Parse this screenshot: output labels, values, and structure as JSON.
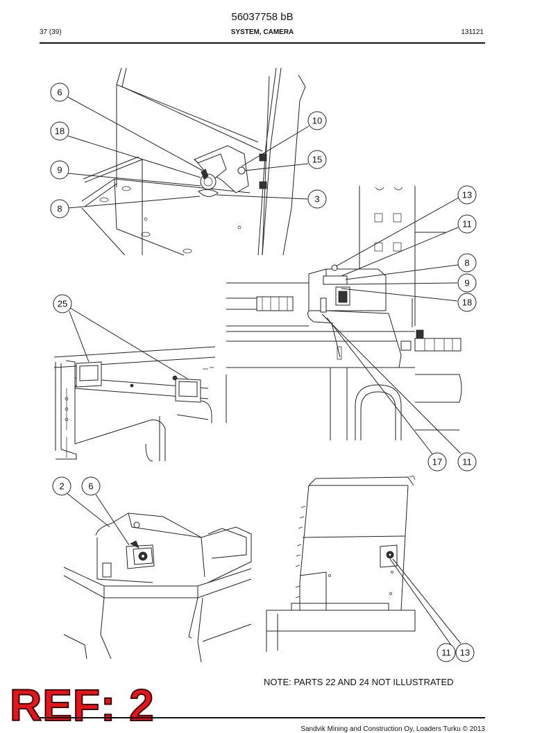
{
  "header": {
    "document_number": "56037758 bB",
    "page": "37 (39)",
    "section_title": "SYSTEM, CAMERA",
    "date_code": "131121"
  },
  "callouts": {
    "view1": [
      "6",
      "18",
      "9",
      "8",
      "10",
      "15",
      "3"
    ],
    "view2": [
      "13",
      "11",
      "8",
      "9",
      "18",
      "17",
      "11"
    ],
    "view3": [
      "25"
    ],
    "view4": [
      "2",
      "6"
    ],
    "view5": [
      "11",
      "13"
    ]
  },
  "note": "NOTE: PARTS 22 AND 24 NOT ILLUSTRATED",
  "stamp": "REF: 2",
  "footer": {
    "copyright": "Sandvik Mining and Construction Oy, Loaders Turku © 2013"
  }
}
